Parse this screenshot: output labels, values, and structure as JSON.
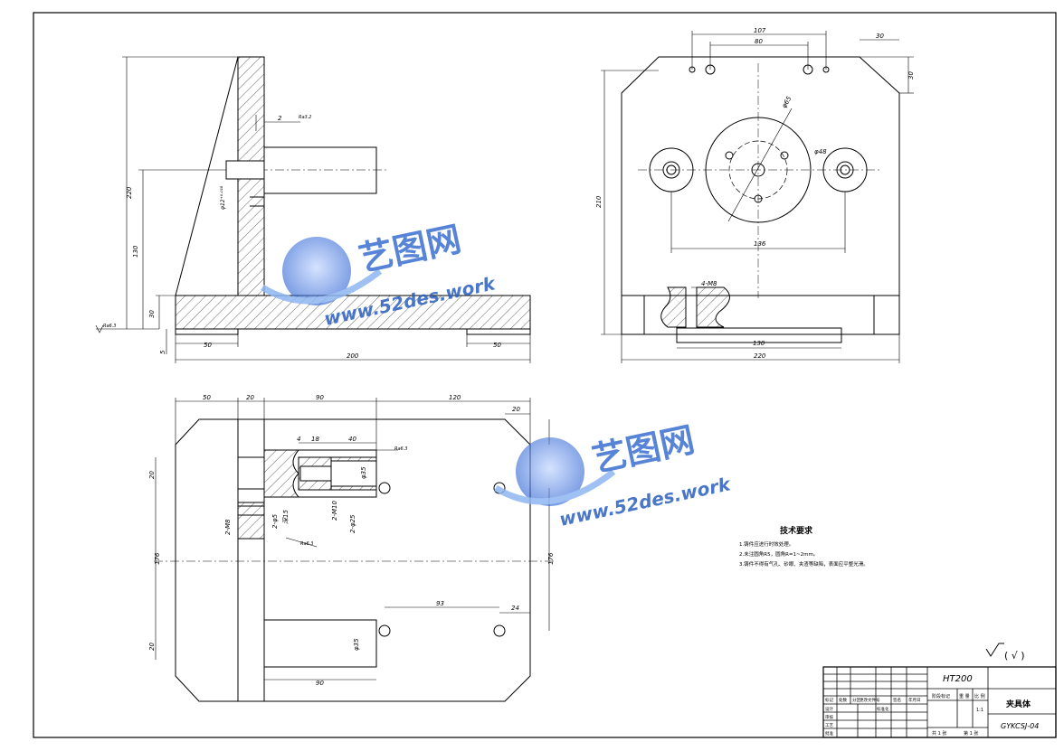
{
  "views": {
    "side": {
      "dims": {
        "total_height": "220",
        "mid_height": "130",
        "base_h": "30",
        "small_h": "5",
        "left_foot": "50",
        "right_foot": "50",
        "total_width": "200",
        "groove": "2",
        "roughness": "Ra3.2",
        "shaft_tol": "φ12⁺⁰·⁰¹⁸",
        "base_ra": "Ra6.3"
      }
    },
    "front": {
      "dims": {
        "top_107": "107",
        "top_80": "80",
        "side_30a": "30",
        "side_30b": "30",
        "height_210": "210",
        "circle_d65": "φ65",
        "circle_d48": "φ48",
        "span_136": "136",
        "slot": "4-M8",
        "base_130": "130",
        "total_220": "220"
      }
    },
    "top": {
      "dims": {
        "w50": "50",
        "w20": "20",
        "w90": "90",
        "w120": "120",
        "w20b": "20",
        "h20": "20",
        "d4": "4",
        "d18": "18",
        "d40": "40",
        "ra": "Ra6.3",
        "d35": "φ35",
        "m10": "2-M10",
        "m25": "2-φ25",
        "m8": "2-M8",
        "phi6": "2-φ5",
        "deep": "深15",
        "ra2": "Ra6.3",
        "h176": "176",
        "h176r": "176",
        "h20b": "20",
        "d93": "93",
        "d24": "24",
        "d35b": "φ35",
        "d90": "90"
      }
    }
  },
  "notes": {
    "heading": "技术要求",
    "lines": [
      "1.铸件应进行时效处理。",
      "2.未注圆角R5，圆角R=1~2mm。",
      "3.铸件不得有气孔、砂眼、夹渣等缺陷，表面应平整光滑。"
    ]
  },
  "surface_mark": "(  √  )",
  "title_block": {
    "material": "HT200",
    "part_name": "夹具体",
    "drawing_no": "GYKCSJ-04",
    "scale_label": "比 例",
    "weight_label": "重 量",
    "stage_label": "阶段标记",
    "scale_val": "1:1",
    "sheet_total": "共 1 张",
    "sheet_no": "第 1 张",
    "rows": [
      "标记",
      "处数",
      "分区",
      "更改文件号",
      "签名",
      "年月日"
    ],
    "roles": [
      "设计",
      "审核",
      "工艺",
      "批准"
    ],
    "std": "标准化"
  },
  "watermark": {
    "cn": "艺图网",
    "url": "www.52des.work"
  }
}
